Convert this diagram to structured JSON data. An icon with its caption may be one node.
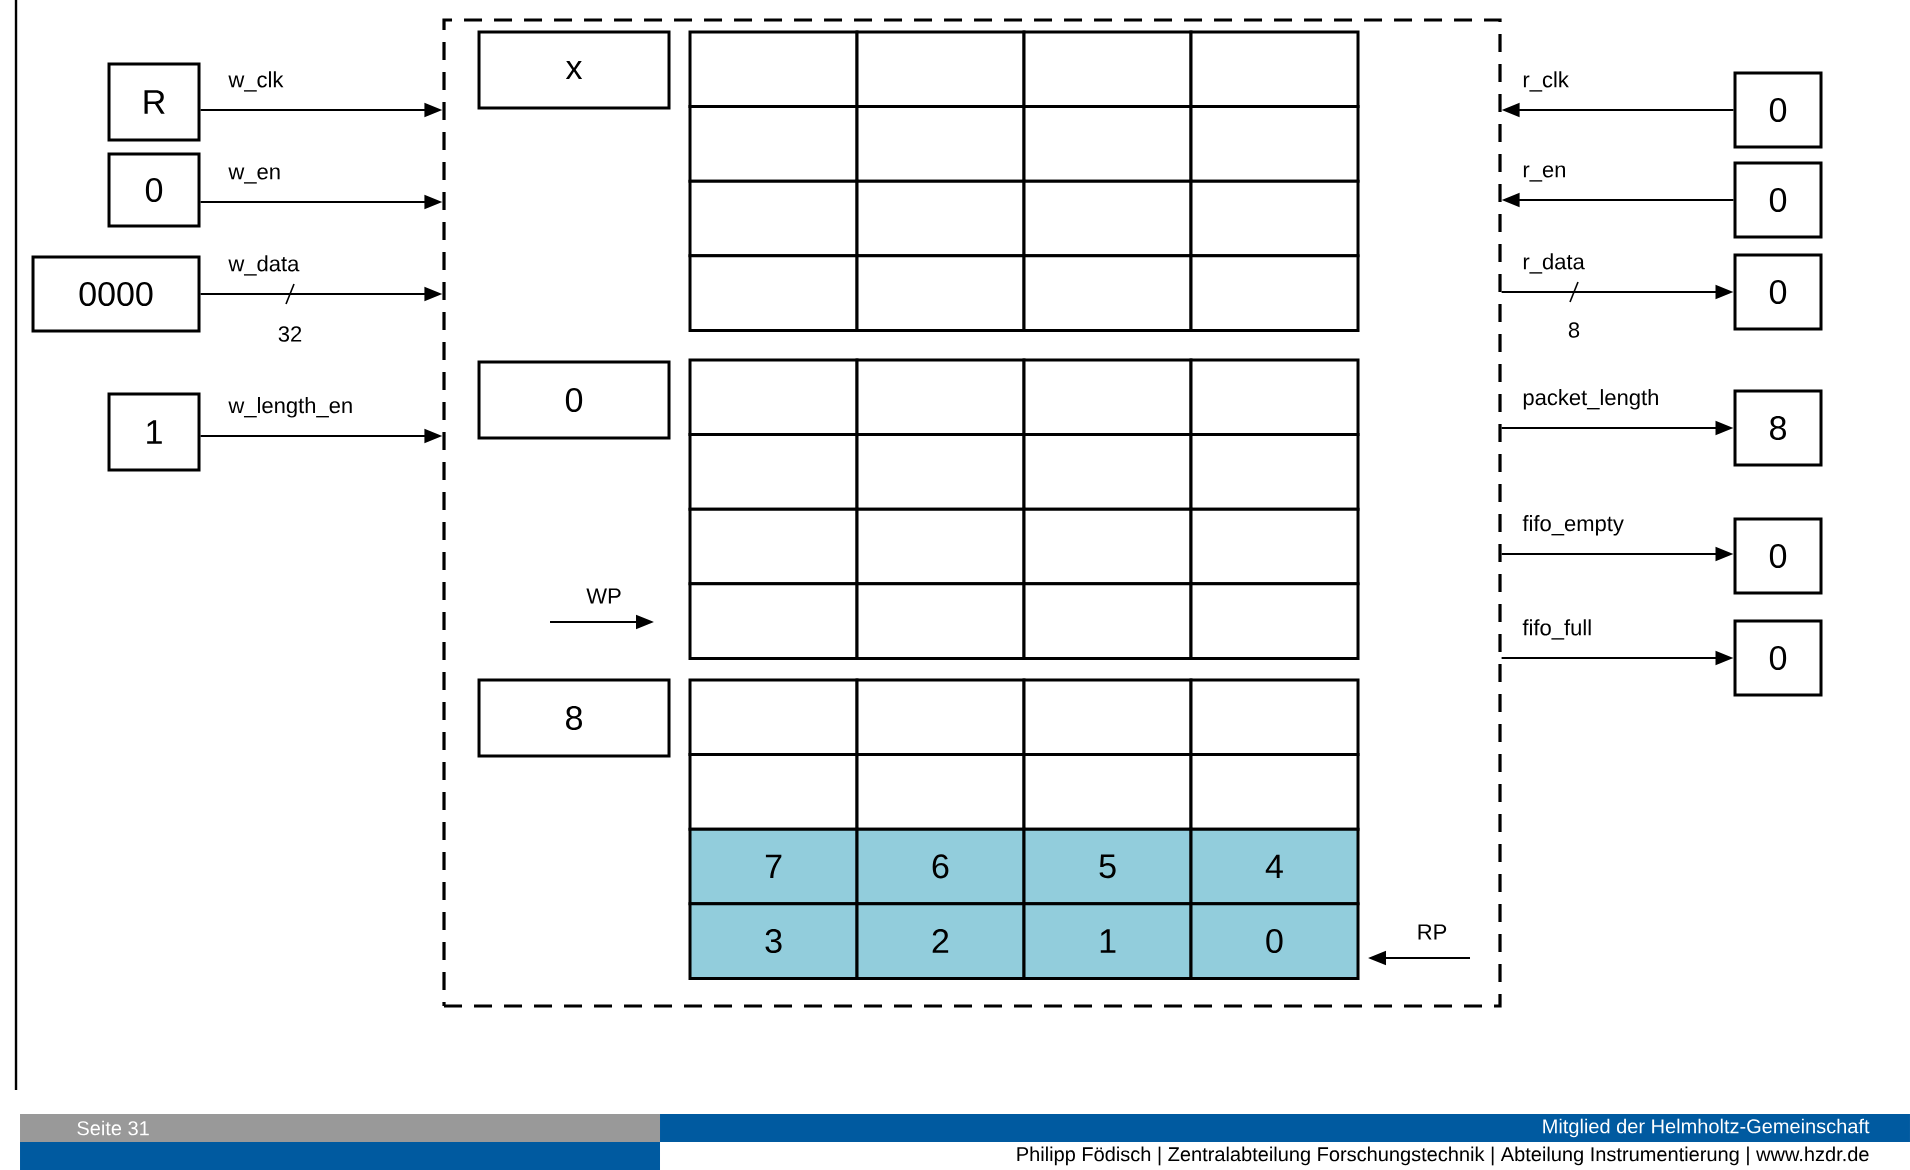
{
  "diagram": {
    "nodes": [
      {
        "text": [],
        "shape": "box"
      },
      {
        "text": [
          "R"
        ]
      },
      {
        "text": [
          "0"
        ]
      },
      {
        "text": [
          "0000"
        ]
      },
      {
        "text": [
          "1"
        ]
      },
      {
        "text": [
          "x"
        ],
        "in": 0
      },
      {
        "text": [
          "0"
        ],
        "in": 0
      },
      {
        "text": [
          "8"
        ],
        "in": 0
      },
      {
        "text": [
          "0"
        ]
      },
      {
        "text": [
          "0"
        ]
      },
      {
        "text": [
          "0"
        ]
      },
      {
        "text": [
          "8"
        ]
      },
      {
        "text": [
          "0"
        ]
      },
      {
        "text": [
          "0"
        ]
      }
    ],
    "edges": [
      {
        "from": 1,
        "to": 0,
        "arrow": "to",
        "label": "w_clk"
      },
      {
        "from": 2,
        "to": 0,
        "arrow": "to",
        "label": "w_en"
      },
      {
        "from": 3,
        "to": 0,
        "arrow": "to",
        "label": "w_data"
      },
      {
        "from": 4,
        "to": 0,
        "arrow": "to",
        "label": "w_length_en"
      },
      {
        "from": 8,
        "to": 0,
        "arrow": "to",
        "label": "r_clk"
      },
      {
        "from": 9,
        "to": 0,
        "arrow": "to",
        "label": "r_en"
      },
      {
        "from": 0,
        "to": 10,
        "arrow": "to",
        "label": "r_data"
      },
      {
        "from": 0,
        "to": 11,
        "arrow": "to",
        "label": "packet_length"
      },
      {
        "from": 0,
        "to": 12,
        "arrow": "to",
        "label": "fifo_empty"
      },
      {
        "from": 0,
        "to": 13,
        "arrow": "to",
        "label": "fifo_full"
      }
    ],
    "labels": [
      "32",
      "8",
      "WP",
      "7",
      "6",
      "5",
      "4",
      "3",
      "2",
      "1",
      "0",
      "RP",
      "Seite 31",
      "Mitglied der Helmholtz-Gemeinschaft",
      "Philipp Födisch | Zentralabteilung Forschungstechnik |  Abteilung Instrumentierung | www.hzdr.de"
    ]
  }
}
